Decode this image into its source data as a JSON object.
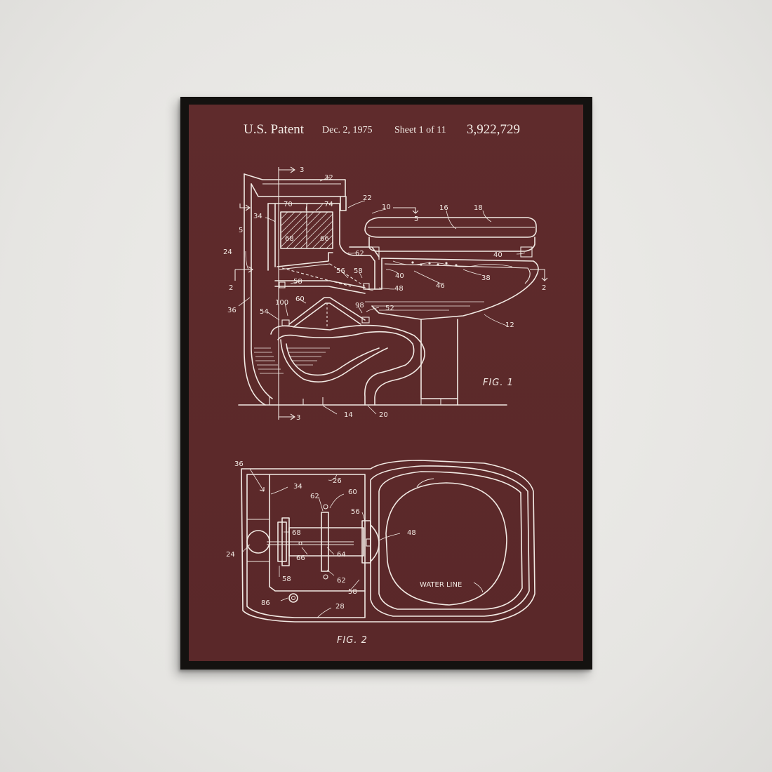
{
  "header": {
    "title": "U.S. Patent",
    "date": "Dec. 2, 1975",
    "sheet": "Sheet 1 of 11",
    "number": "3,922,729"
  },
  "figures": {
    "fig1_label": "FIG. 1",
    "fig2_label": "FIG. 2"
  },
  "annotations": {
    "water_line": "WATER LINE"
  },
  "fig1_refs": {
    "r3a": "3",
    "r32": "32",
    "r22": "22",
    "r10": "10",
    "r5a": "5",
    "r16": "16",
    "r18": "18",
    "r70": "70",
    "r74": "74",
    "r34": "34",
    "r5b": "5",
    "r68": "68",
    "r66": "66",
    "r24": "24",
    "r62": "62",
    "r40a": "40",
    "r40b": "40",
    "r56": "56",
    "r58a": "58",
    "r46": "46",
    "r38": "38",
    "r2a": "2",
    "r2b": "2",
    "r58b": "58",
    "r48": "48",
    "r36": "36",
    "r60": "60",
    "r100": "100",
    "r98": "98",
    "r52": "52",
    "r54": "54",
    "r12": "12",
    "r3b": "3",
    "r14": "14",
    "r20": "20"
  },
  "fig2_refs": {
    "r36": "36",
    "r26": "26",
    "r34": "34",
    "r62a": "62",
    "r60": "60",
    "r56": "56",
    "r68": "68",
    "r48": "48",
    "r24": "24",
    "r66": "66",
    "r64": "64",
    "r58a": "58",
    "r62b": "62",
    "r58b": "58",
    "r86": "86",
    "r28": "28"
  },
  "colors": {
    "wall": "#e9e8e5",
    "frame": "#141210",
    "poster": "#5d2a2b",
    "ink": "#f1e9e3"
  }
}
